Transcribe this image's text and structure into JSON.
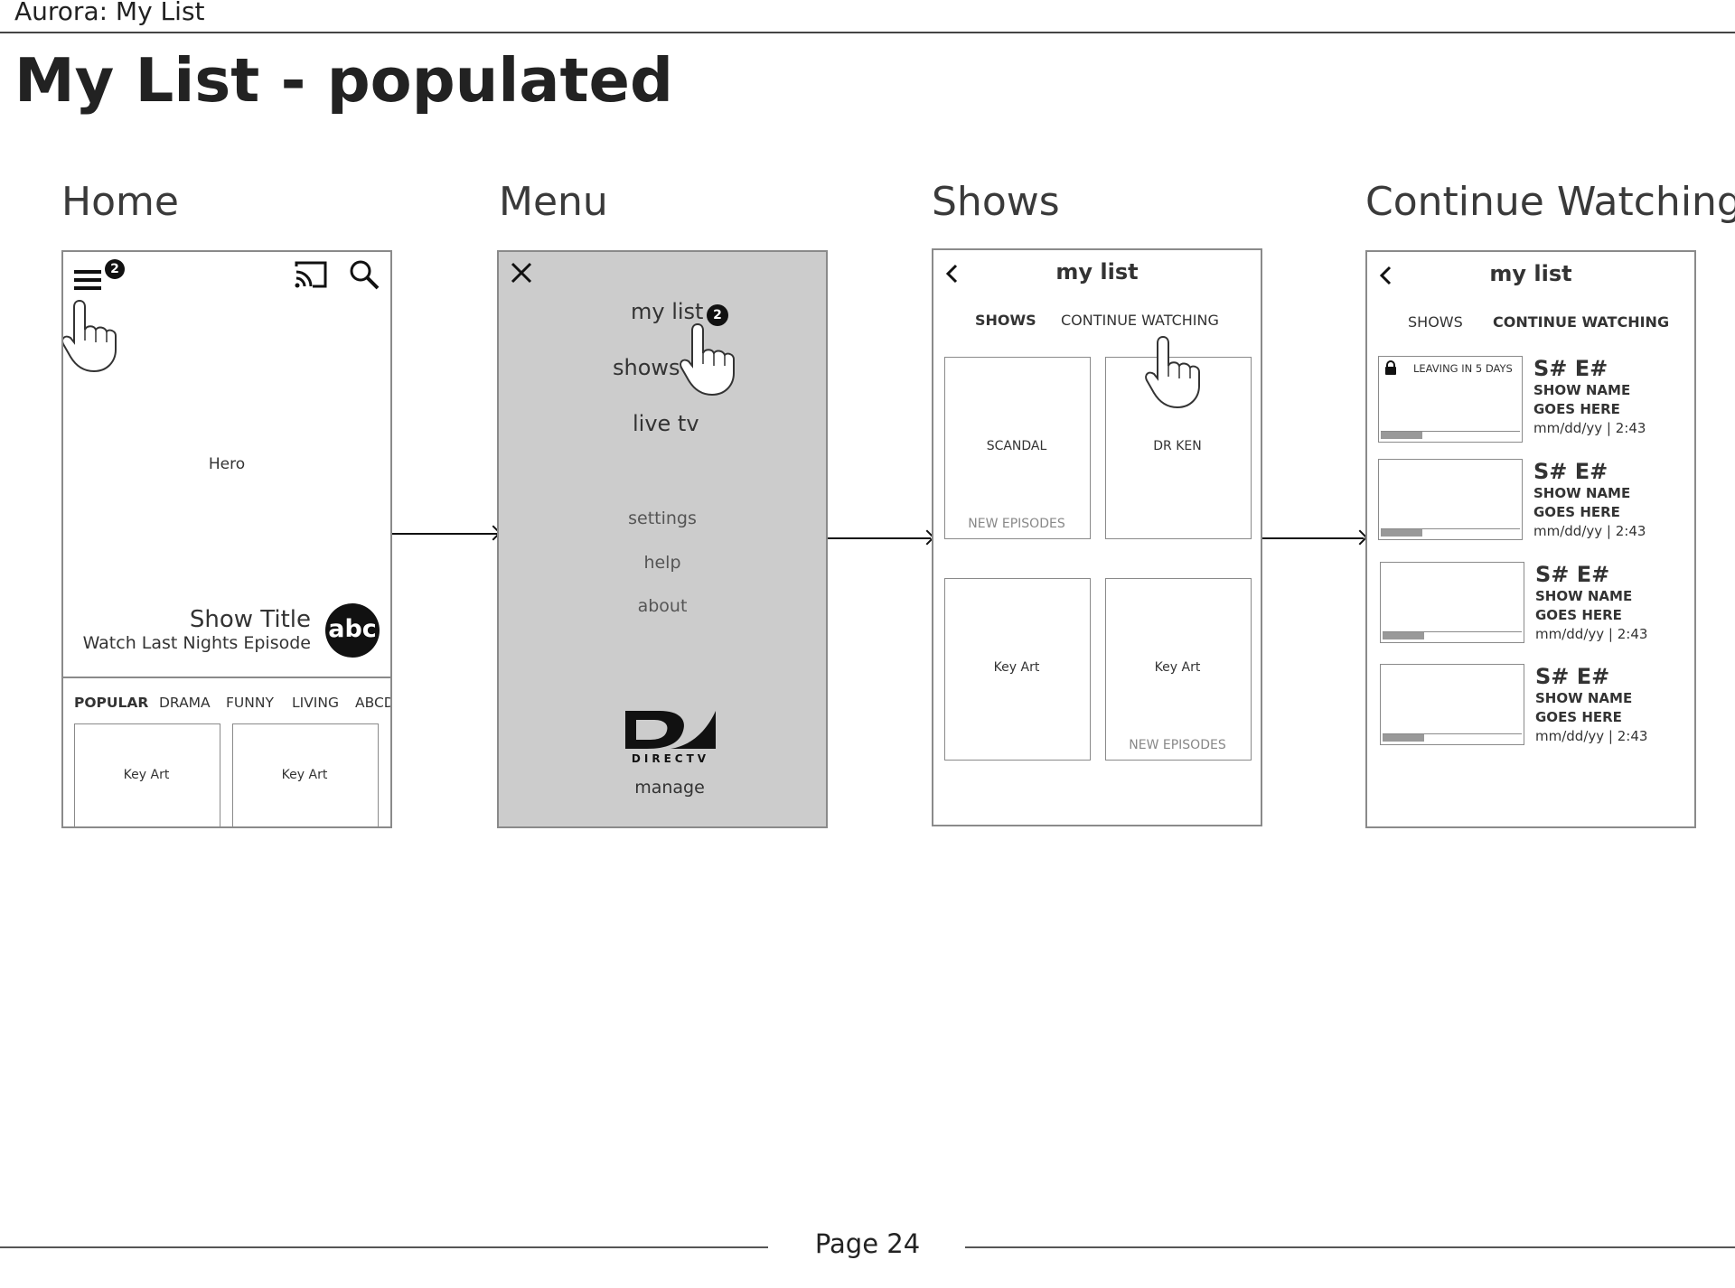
{
  "document": {
    "header": "Aurora: My List",
    "title": "My List - populated",
    "page_label": "Page 24"
  },
  "screens": {
    "home": {
      "label": "Home",
      "menu_badge": "2",
      "hero_label": "Hero",
      "show_title": "Show Title",
      "show_subtitle": "Watch Last Nights Episode",
      "network_logo": "abc",
      "tabs": [
        "POPULAR",
        "DRAMA",
        "FUNNY",
        "LIVING",
        "ABCD"
      ],
      "cards": [
        "Key Art",
        "Key Art"
      ]
    },
    "menu": {
      "label": "Menu",
      "primary": [
        "my list",
        "shows",
        "live tv"
      ],
      "my_list_badge": "2",
      "secondary": [
        "settings",
        "help",
        "about"
      ],
      "logo_text": "DIRECTV",
      "manage": "manage"
    },
    "shows": {
      "label": "Shows",
      "title": "my list",
      "tabs": [
        "SHOWS",
        "CONTINUE WATCHING"
      ],
      "active_tab": "SHOWS",
      "cards": [
        {
          "title": "SCANDAL",
          "tag": "NEW EPISODES"
        },
        {
          "title": "DR KEN",
          "tag": ""
        },
        {
          "title": "Key Art",
          "tag": ""
        },
        {
          "title": "Key Art",
          "tag": "NEW EPISODES"
        }
      ]
    },
    "continue_watching": {
      "label": "Continue Watching",
      "title": "my list",
      "tabs": [
        "SHOWS",
        "CONTINUE WATCHING"
      ],
      "active_tab": "CONTINUE WATCHING",
      "leaving_notice": "LEAVING IN 5 DAYS",
      "items": [
        {
          "episode": "S# E#",
          "show_line1": "SHOW NAME",
          "show_line2": "GOES HERE",
          "meta": "mm/dd/yy | 2:43",
          "progress": 0.3
        },
        {
          "episode": "S# E#",
          "show_line1": "SHOW NAME",
          "show_line2": "GOES HERE",
          "meta": "mm/dd/yy | 2:43",
          "progress": 0.3
        },
        {
          "episode": "S# E#",
          "show_line1": "SHOW NAME",
          "show_line2": "GOES HERE",
          "meta": "mm/dd/yy | 2:43",
          "progress": 0.3
        },
        {
          "episode": "S# E#",
          "show_line1": "SHOW NAME",
          "show_line2": "GOES HERE",
          "meta": "mm/dd/yy | 2:43",
          "progress": 0.3
        }
      ]
    }
  },
  "colors": {
    "ink": "#222222",
    "frame_border": "#8a8a8a",
    "menu_background": "#cccccc",
    "progress_fill": "#999999"
  }
}
